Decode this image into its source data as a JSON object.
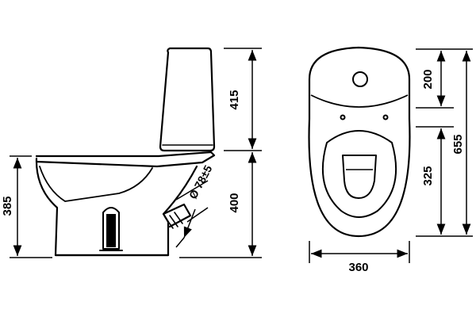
{
  "diagram": {
    "dimensions": {
      "side_total_height": "385",
      "tank_height": "415",
      "bowl_height": "400",
      "outlet_diameter": "Ø 78±5",
      "top_tank_depth": "200",
      "top_overall_length": "655",
      "top_seat_length": "325",
      "top_width": "360"
    }
  }
}
